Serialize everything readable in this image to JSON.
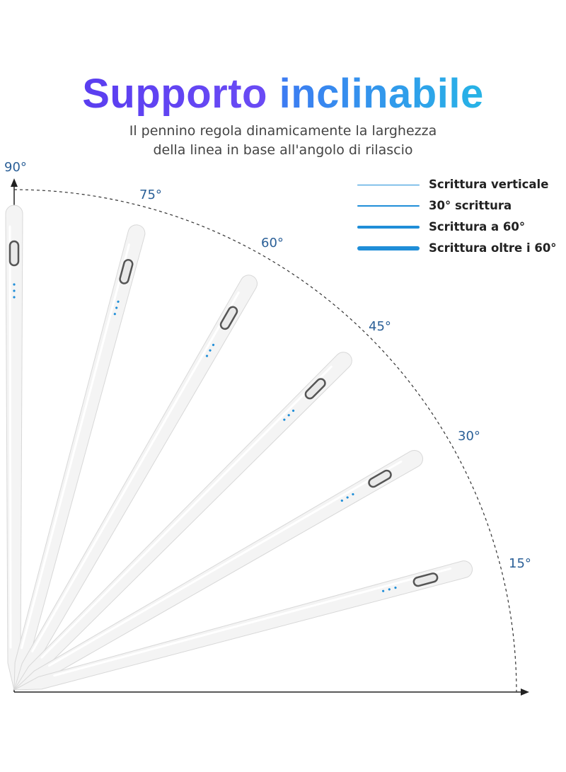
{
  "title": {
    "word1": "Supporto",
    "word2": "inclinabile"
  },
  "subtitle": {
    "line1": "Il pennino regola dinamicamente la larghezza",
    "line2": "della linea in base all'angolo di rilascio"
  },
  "angles": [
    "90°",
    "75°",
    "60°",
    "45°",
    "30°",
    "15°"
  ],
  "legend": [
    {
      "label": "Scrittura verticale",
      "thickness": 1
    },
    {
      "label": "30° scrittura",
      "thickness": 2
    },
    {
      "label": "Scrittura a 60°",
      "thickness": 4
    },
    {
      "label": "Scrittura oltre i 60°",
      "thickness": 6
    }
  ],
  "pens": [
    {
      "angle_deg": 90
    },
    {
      "angle_deg": 75
    },
    {
      "angle_deg": 60
    },
    {
      "angle_deg": 45
    },
    {
      "angle_deg": 30
    },
    {
      "angle_deg": 15
    }
  ],
  "colors": {
    "title_word1": "#5a3ef0",
    "title_word2": "#27b4e6",
    "angle_label": "#2a5f97",
    "legend_line": "#1f8ed8",
    "pen_body": "#f4f4f4",
    "pen_indicator": "#1f8ed8"
  }
}
